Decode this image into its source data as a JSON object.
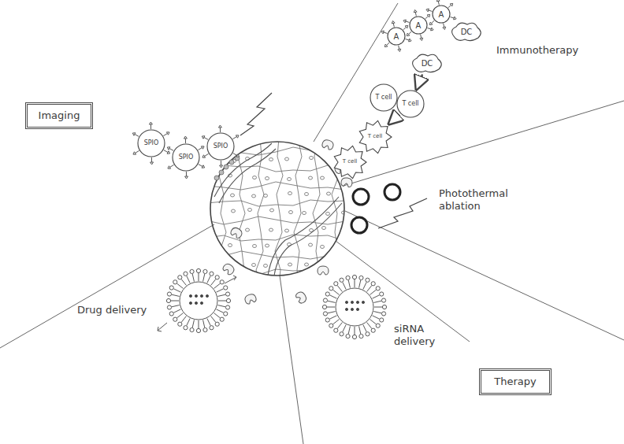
{
  "diagram": {
    "nodes": [
      {
        "text": [
          "A"
        ]
      },
      {
        "text": [
          "A"
        ]
      },
      {
        "text": [
          "A"
        ]
      },
      {
        "text": [
          "DC"
        ]
      },
      {
        "text": [
          "DC"
        ]
      },
      {
        "text": [
          "Imaging"
        ]
      },
      {
        "text": [
          "T cell"
        ]
      },
      {
        "text": [
          "T cell"
        ]
      },
      {
        "text": [
          "T cell"
        ]
      },
      {
        "text": [
          "T cell"
        ]
      },
      {
        "text": [
          "SPIO"
        ]
      },
      {
        "text": [
          "SPIO"
        ]
      },
      {
        "text": [
          "SPIO"
        ]
      },
      {
        "text": [
          "Therapy"
        ]
      }
    ],
    "edges": [
      {
        "from": 4,
        "to": 7,
        "arrow": "to"
      },
      {
        "from": 7,
        "to": 8,
        "arrow": "to"
      }
    ],
    "labels": [
      "Immunotherapy",
      "Photothermal ablation",
      "siRNA delivery",
      "Drug delivery"
    ]
  }
}
